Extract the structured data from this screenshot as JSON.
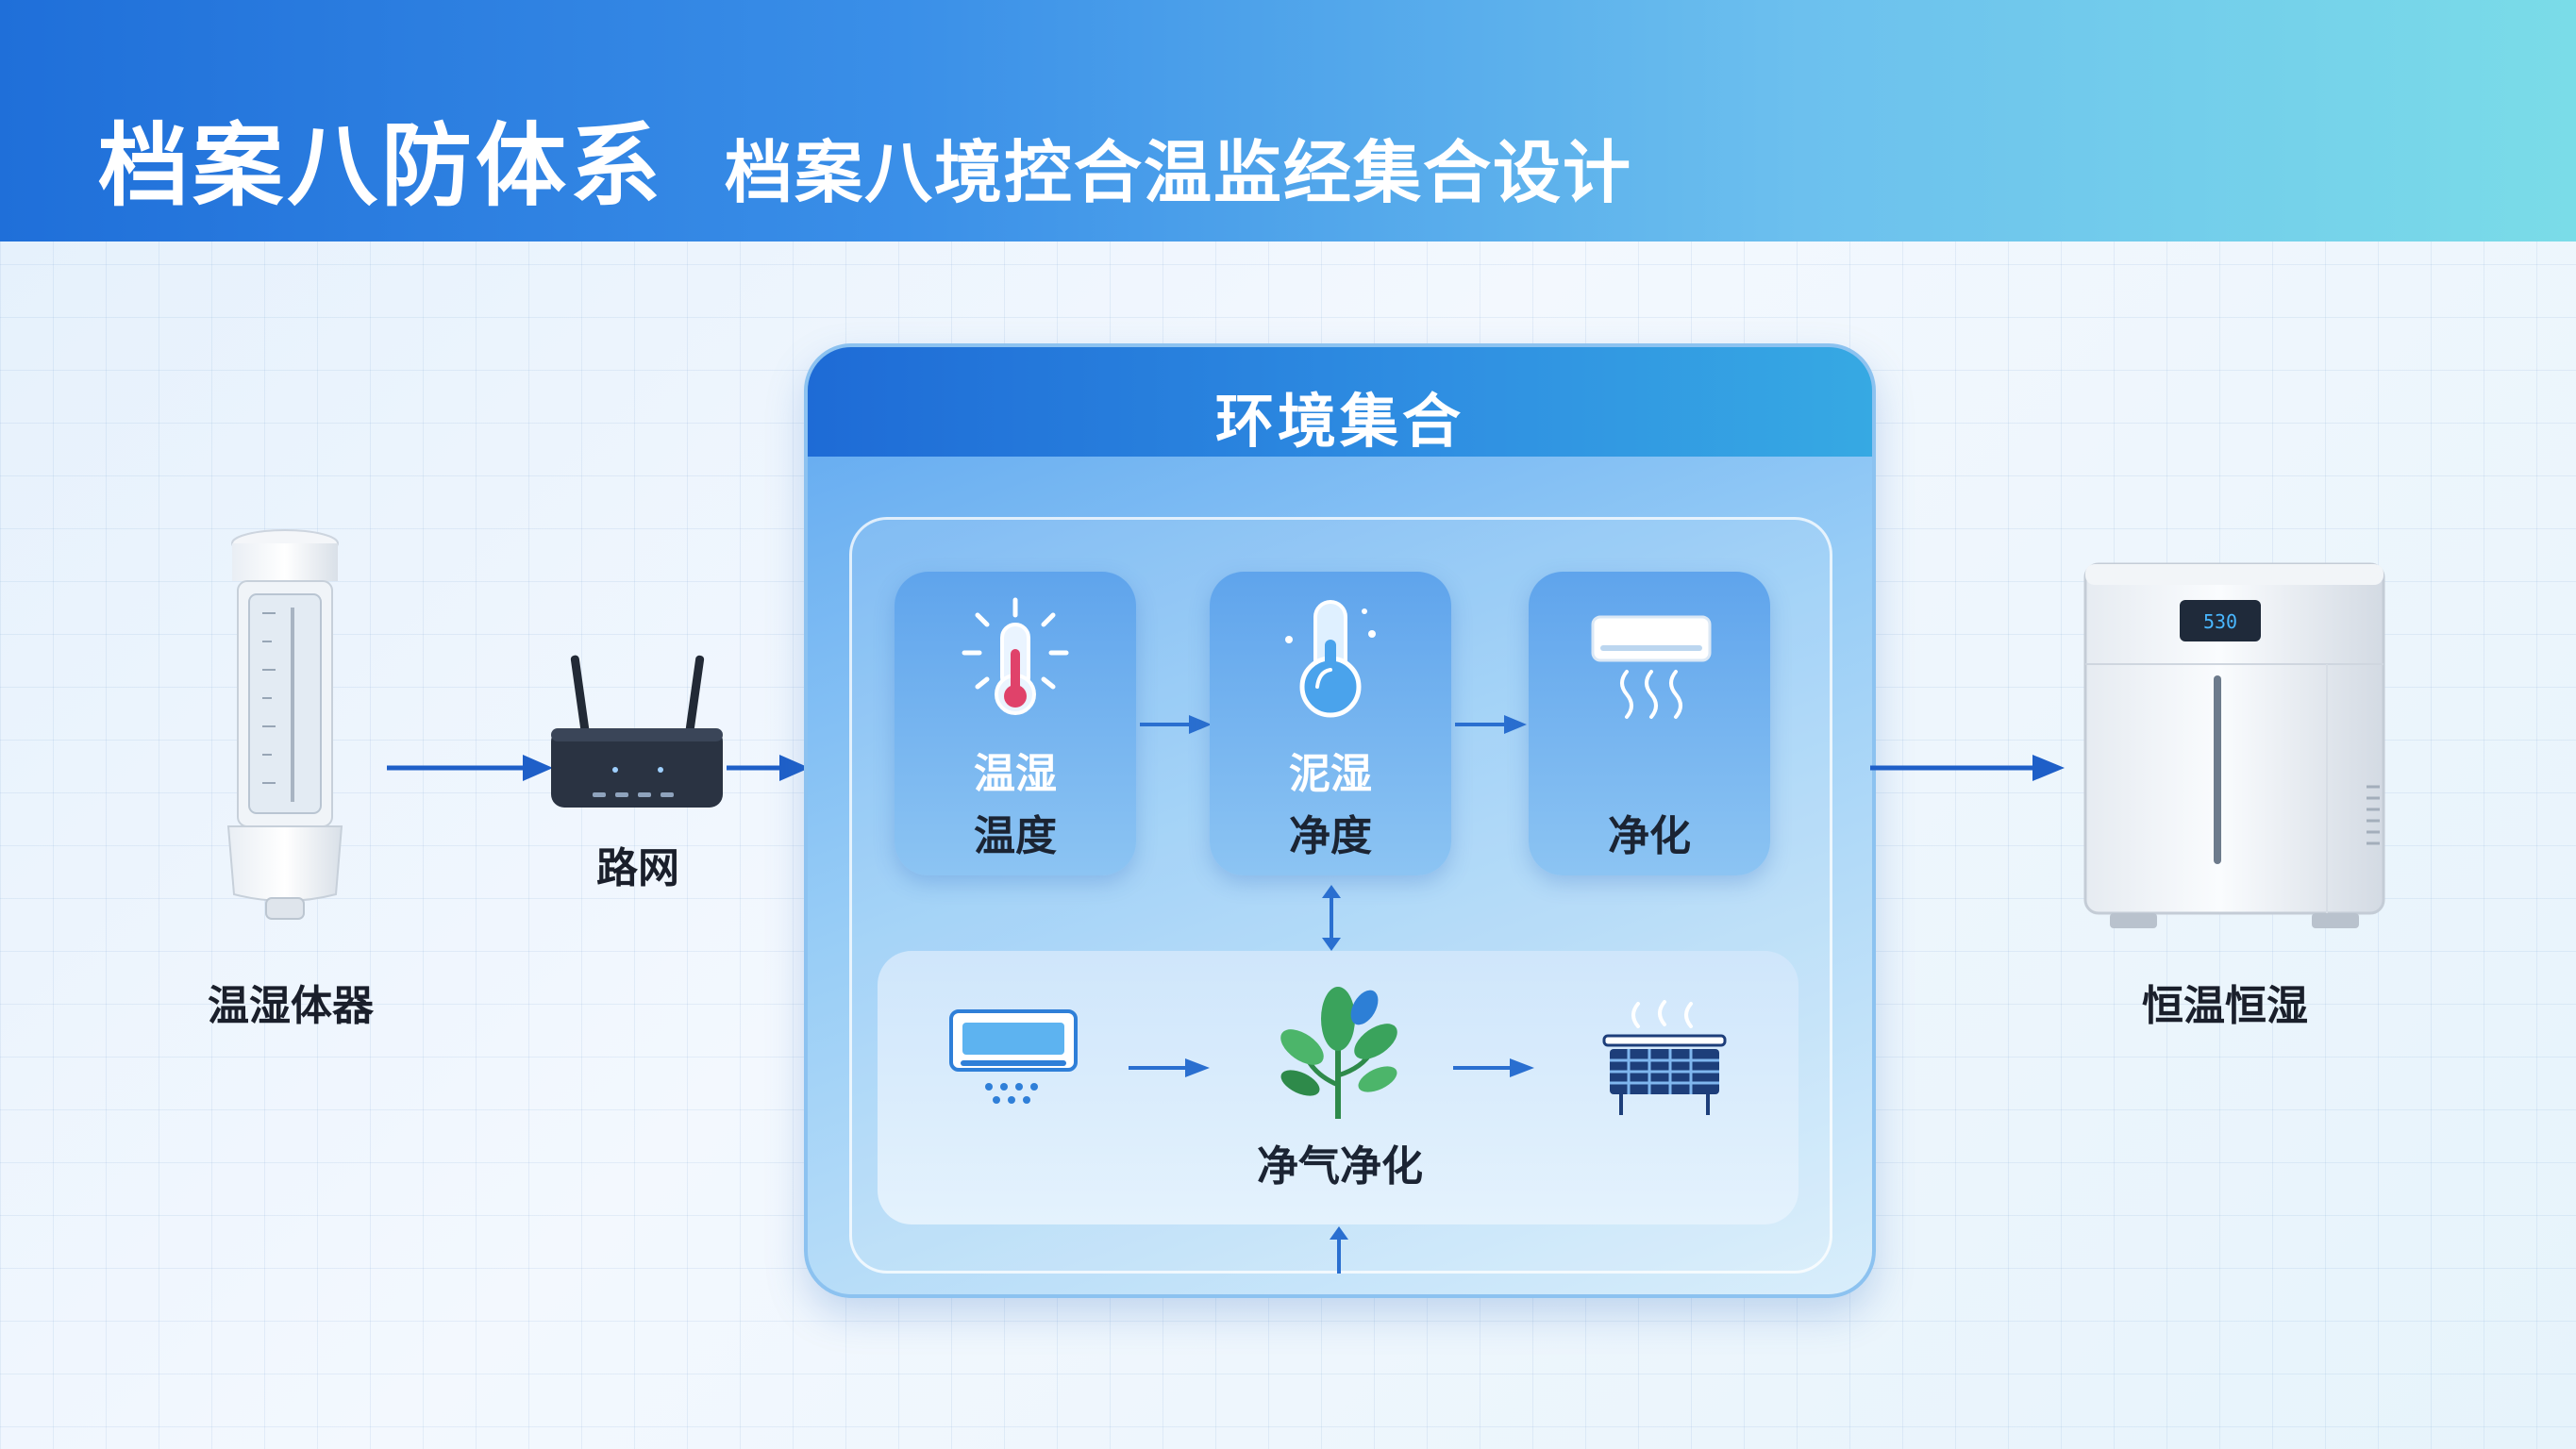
{
  "header": {
    "title": "档案八防体系",
    "subtitle": "档案八境控合温监经集合设计"
  },
  "devices": {
    "sensor_label": "温湿体器",
    "router_label": "路网",
    "cabinet_label": "恒温恒湿",
    "cabinet_display": "530"
  },
  "panel": {
    "title": "环境集合",
    "cards": [
      {
        "line1": "温湿",
        "line2": "温度",
        "icon": "thermometer-icon"
      },
      {
        "line1": "泥湿",
        "line2": "净度",
        "icon": "humidity-drop-icon"
      },
      {
        "line1": "",
        "line2": "净化",
        "icon": "air-conditioner-icon"
      }
    ],
    "bottom_label": "净气净化",
    "bottom_icons": [
      "air-conditioner-icon",
      "plant-icon",
      "heater-icon"
    ]
  },
  "colors": {
    "accent": "#1f6fd9",
    "arrow": "#1e5fc8",
    "header_end": "#7adce8"
  }
}
